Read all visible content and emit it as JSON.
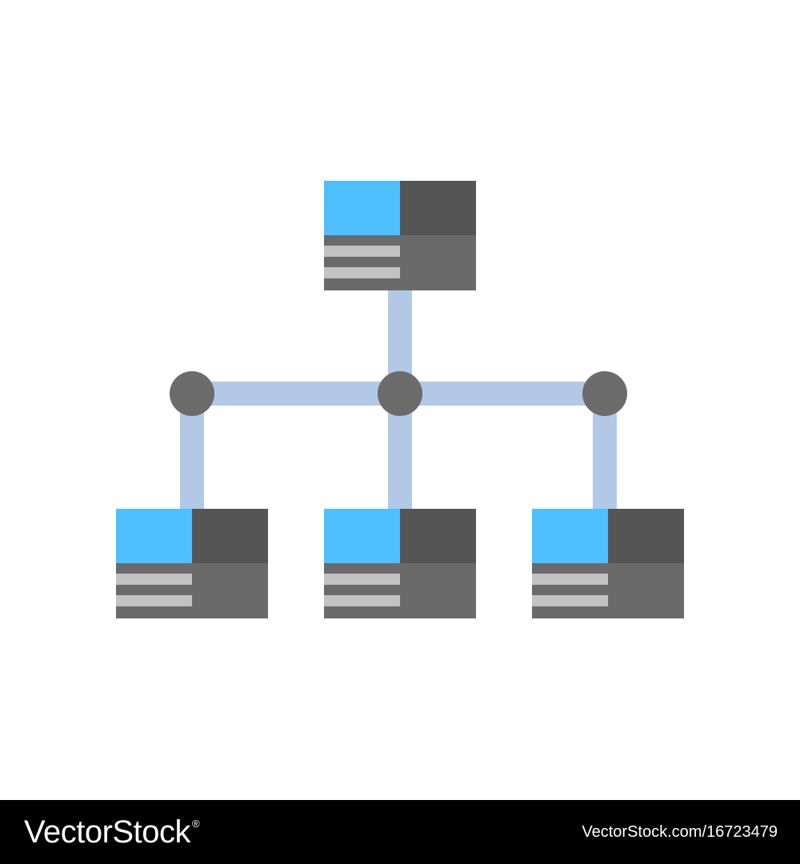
{
  "colors": {
    "background": "#ffffff",
    "footer_background": "#000000",
    "connector": "#b1c9e6",
    "node_dot": "#6b6b6b",
    "screen_blue": "#4fc0ff",
    "panel_dark": "#555555",
    "panel_mid": "#6a6a6a",
    "text_line": "#c2c2c2"
  },
  "diagram": {
    "nodes": [
      {
        "role": "root",
        "icon": "server-window-icon"
      },
      {
        "role": "child-left",
        "icon": "server-window-icon"
      },
      {
        "role": "child-center",
        "icon": "server-window-icon"
      },
      {
        "role": "child-right",
        "icon": "server-window-icon"
      }
    ],
    "junctions": 3
  },
  "footer": {
    "brand": "VectorStock",
    "registered": "®",
    "image_id": "VectorStock.com/16723479"
  }
}
